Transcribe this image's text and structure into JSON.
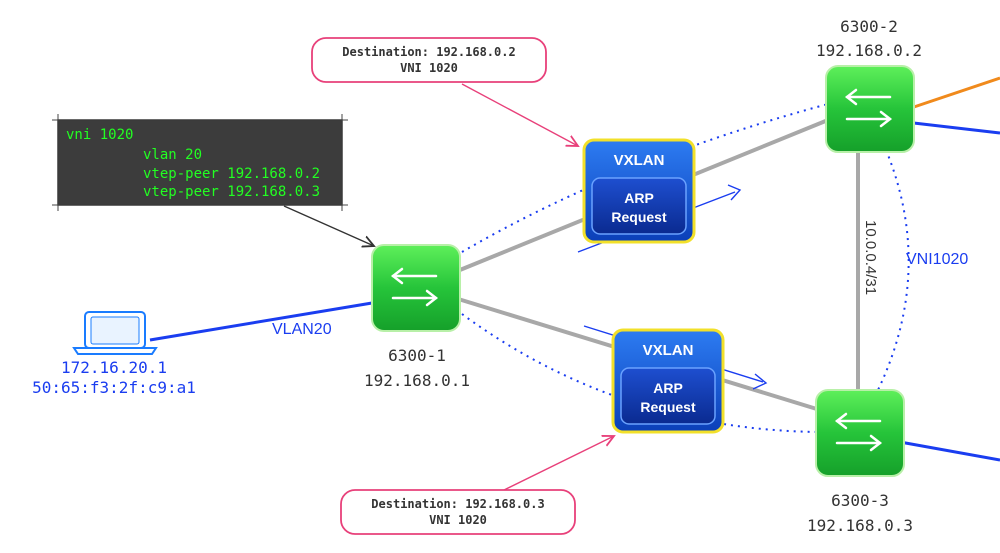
{
  "switches": {
    "s1": {
      "name": "6300-1",
      "ip": "192.168.0.1"
    },
    "s2": {
      "name": "6300-2",
      "ip": "192.168.0.2"
    },
    "s3": {
      "name": "6300-3",
      "ip": "192.168.0.3"
    }
  },
  "host": {
    "ip": "172.16.20.1",
    "mac": "50:65:f3:2f:c9:a1"
  },
  "links": {
    "vlan": "VLAN20",
    "vni": "VNI1020",
    "p2p_subnet": "10.0.0.4/31"
  },
  "callouts": {
    "top": {
      "line1": "Destination: 192.168.0.2",
      "line2": "VNI 1020"
    },
    "bottom": {
      "line1": "Destination: 192.168.0.3",
      "line2": "VNI 1020"
    }
  },
  "config": {
    "lines": [
      "vni 1020",
      "vlan 20",
      "vtep-peer 192.168.0.2",
      "vtep-peer 192.168.0.3"
    ]
  },
  "packets": {
    "top": {
      "outer": "VXLAN",
      "inner_line1": "ARP",
      "inner_line2": "Request"
    },
    "bottom": {
      "outer": "VXLAN",
      "inner_line1": "ARP",
      "inner_line2": "Request"
    }
  },
  "colors": {
    "switch_green": "#22c43a",
    "vxlan_blue": "#1457d8",
    "host_blue": "#1a3df0",
    "callout_pink": "#e8407a",
    "uplink_orange": "#f08a1c",
    "config_bg": "#3c3c3c",
    "config_text": "#22ff22"
  }
}
